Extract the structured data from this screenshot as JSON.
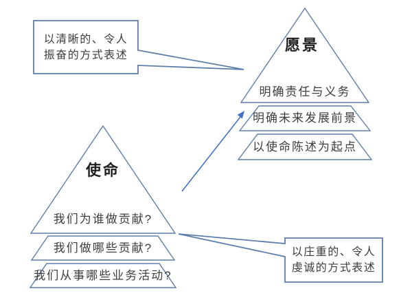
{
  "vision_pyramid": {
    "title": "愿景",
    "layers": [
      "明确责任与义务",
      "明确未来发展前景",
      "以使命陈述为起点"
    ]
  },
  "mission_pyramid": {
    "title": "使命",
    "layers": [
      "我们为谁做贡献?",
      "我们做哪些贡献?",
      "我们从事哪些业务活动?"
    ]
  },
  "callouts": {
    "vision_note": {
      "lines": [
        "以清晰的、令人",
        "振奋的方式表述"
      ]
    },
    "mission_note": {
      "lines": [
        "以庄重的、令人",
        "虔诚的方式表述"
      ]
    }
  },
  "colors": {
    "outline": "#5f7dab",
    "arrow": "#4472c4",
    "title-text": "#1f1f1f",
    "body-text": "#3d3d3d",
    "background": "#ffffff"
  }
}
